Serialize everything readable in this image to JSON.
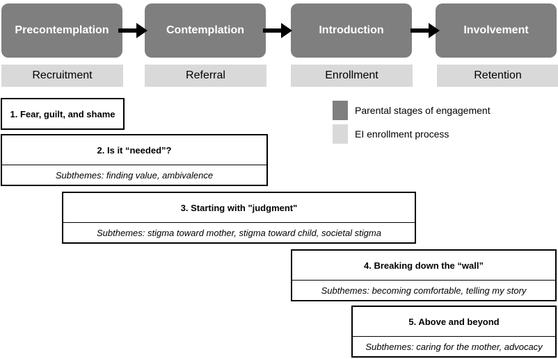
{
  "stages": [
    {
      "label": "Precontemplation"
    },
    {
      "label": "Contemplation"
    },
    {
      "label": "Introduction"
    },
    {
      "label": "Involvement"
    }
  ],
  "process": [
    {
      "label": "Recruitment"
    },
    {
      "label": "Referral"
    },
    {
      "label": "Enrollment"
    },
    {
      "label": "Retention"
    }
  ],
  "themes": [
    {
      "title": "1. Fear, guilt, and shame"
    },
    {
      "title": "2. Is it “needed”?",
      "sub": "Subthemes: finding value, ambivalence"
    },
    {
      "title": "3. Starting with \"judgment\"",
      "sub": "Subthemes: stigma toward mother, stigma toward child, societal stigma"
    },
    {
      "title": "4. Breaking down the “wall”",
      "sub": "Subthemes:  becoming comfortable, telling my story"
    },
    {
      "title": "5. Above and beyond",
      "sub": "Subthemes: caring for the mother, advocacy"
    }
  ],
  "legend": {
    "stages_label": "Parental stages of engagement",
    "process_label": "EI enrollment process",
    "stages_color": "#7f7f7f",
    "process_color": "#d9d9d9"
  },
  "icons": {
    "arrow": "arrow-right-icon"
  }
}
